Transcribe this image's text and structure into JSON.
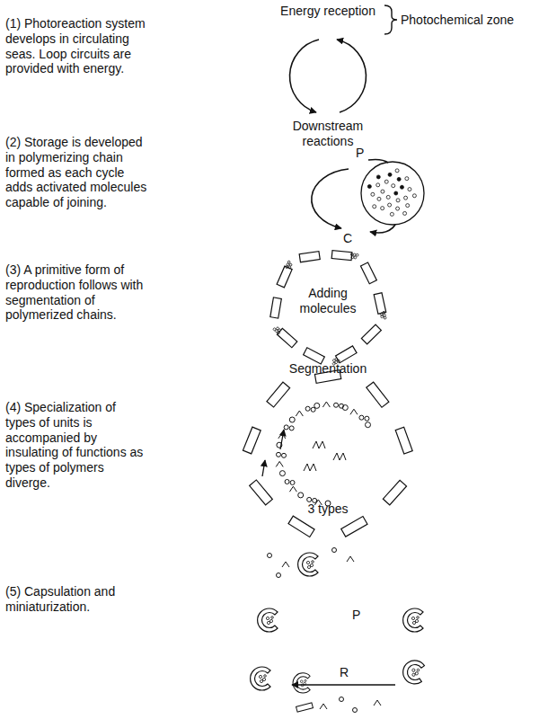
{
  "diagram": {
    "labels": [
      "(1) Photoreaction system develops in circulating seas. Loop circuits are provided with energy.",
      "Energy reception",
      "Photochemical zone",
      "Downstream reactions",
      "(2) Storage is developed in polymerizing chain formed as each cycle adds activated molecules capable of joining.",
      "P",
      "C",
      "(3) A primitive form of reproduction follows with segmentation of polymerized chains.",
      "Adding molecules",
      "Segmentation",
      "(4) Specialization of types of units is accompanied by insulating of functions as types of polymers diverge.",
      "3 types",
      "(5) Capsulation and miniaturization.",
      "P",
      "R"
    ]
  }
}
